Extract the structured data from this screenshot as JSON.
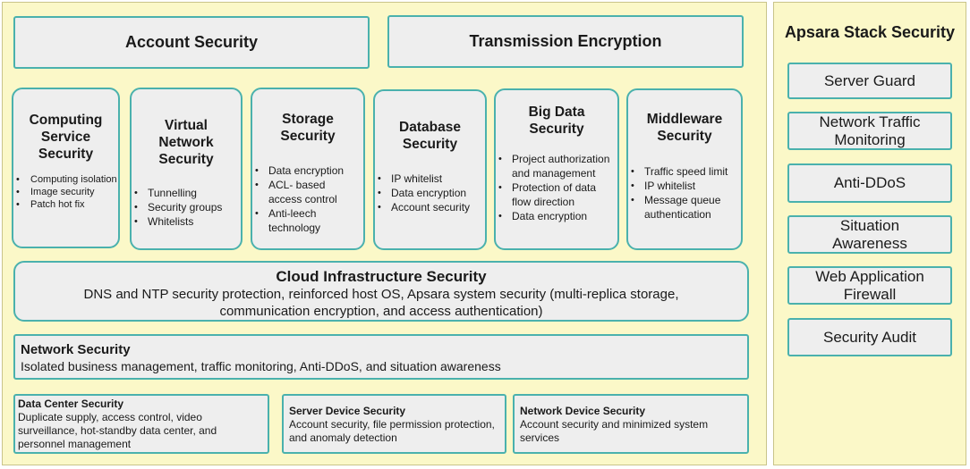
{
  "top": {
    "account_security": "Account Security",
    "transmission_encryption": "Transmission Encryption"
  },
  "services": [
    {
      "title": "Computing Service Security",
      "items": [
        "Computing isolation",
        "Image security",
        "Patch hot fix"
      ]
    },
    {
      "title": "Virtual Network Security",
      "items": [
        "Tunnelling",
        "Security groups",
        "Whitelists"
      ]
    },
    {
      "title": "Storage Security",
      "items": [
        "Data encryption",
        "ACL- based access control",
        "Anti-leech technology"
      ]
    },
    {
      "title": "Database Security",
      "items": [
        "IP whitelist",
        "Data encryption",
        "Account security"
      ]
    },
    {
      "title": "Big Data Security",
      "items": [
        "Project authorization and management",
        "Protection of data flow direction",
        "Data encryption"
      ]
    },
    {
      "title": "Middleware Security",
      "items": [
        "Traffic speed limit",
        "IP whitelist",
        "Message queue authentication"
      ]
    }
  ],
  "cloud_infra": {
    "title": "Cloud Infrastructure Security",
    "text": "DNS and NTP security protection, reinforced host OS, Apsara system security (multi-replica storage, communication encryption, and access authentication)"
  },
  "network_security": {
    "title": "Network Security",
    "text": "Isolated business management, traffic monitoring, Anti-DDoS, and situation awareness"
  },
  "bottom": [
    {
      "title": "Data Center Security",
      "text": "Duplicate supply, access control, video surveillance, hot-standby data center, and personnel management"
    },
    {
      "title": "Server Device Security",
      "text": "Account security, file permission protection, and anomaly detection"
    },
    {
      "title": "Network Device Security",
      "text": "Account security and minimized system services"
    }
  ],
  "apsara": {
    "title": "Apsara Stack Security",
    "items": [
      "Server Guard",
      "Network Traffic Monitoring",
      "Anti-DDoS",
      "Situation Awareness",
      "Web Application Firewall",
      "Security Audit"
    ]
  },
  "colors": {
    "panel_background": "#fbf8c8",
    "box_border": "#4ab1ad",
    "box_fill": "#eeeeee"
  }
}
